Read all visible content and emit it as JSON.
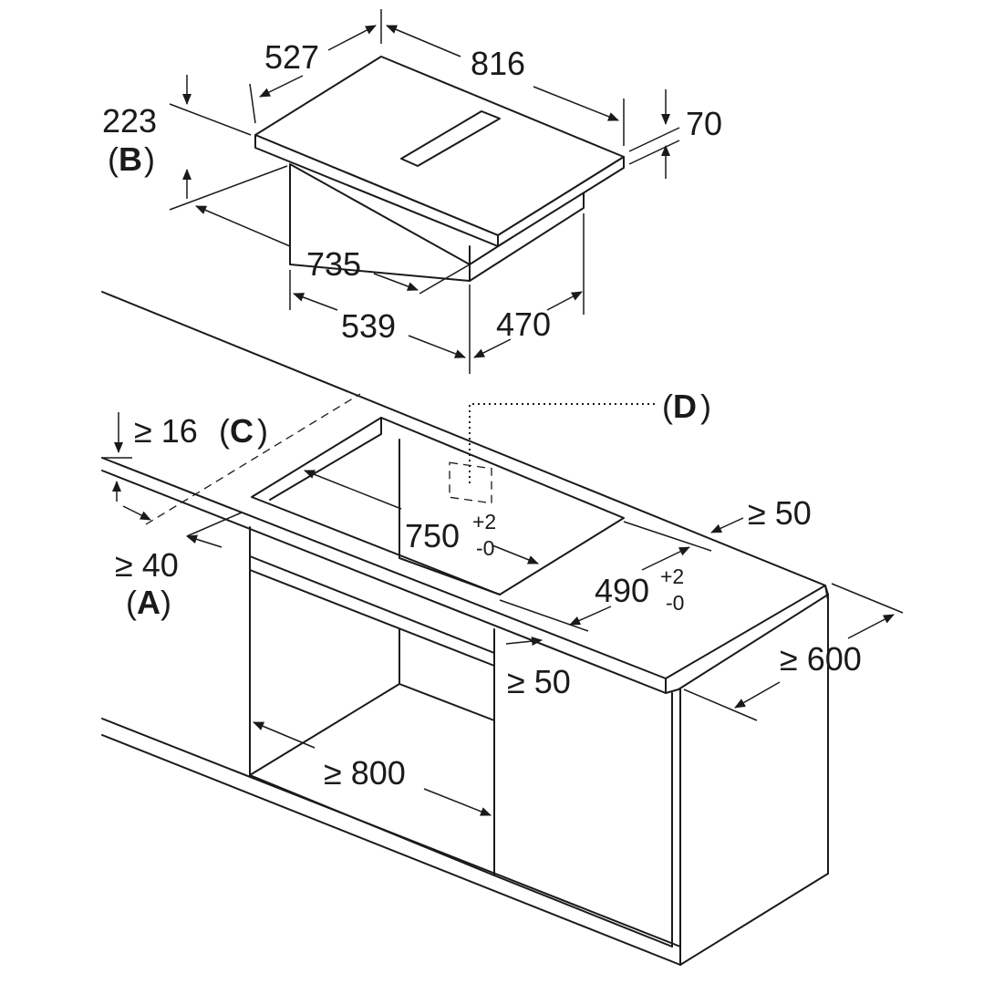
{
  "dimensions": {
    "hob_depth": "527",
    "hob_width": "816",
    "glass_height": "70",
    "total_height": "223",
    "marker_b": "B",
    "body_width": "735",
    "body_width_lower": "539",
    "body_depth": "470",
    "cutout_width": "750",
    "cutout_width_tol_plus": "+2",
    "cutout_width_tol_minus": "-0",
    "cutout_depth": "490",
    "cutout_depth_tol_plus": "+2",
    "cutout_depth_tol_minus": "-0",
    "worktop_thickness": "≥ 16",
    "marker_c": "C",
    "front_clearance": "≥ 40",
    "marker_a": "A",
    "marker_d": "D",
    "rear_clearance": "≥ 50",
    "side_clearance": "≥ 50",
    "worktop_depth": "≥ 600",
    "cabinet_width": "≥ 800"
  }
}
